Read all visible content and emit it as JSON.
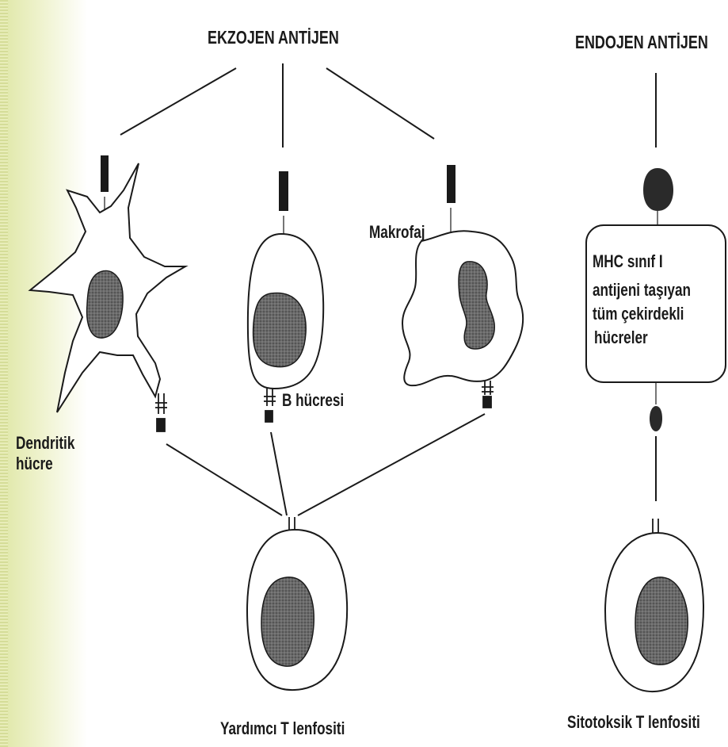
{
  "headers": {
    "exogenous": "EKZOJEN ANTİJEN",
    "endogenous": "ENDOJEN ANTİJEN"
  },
  "labels": {
    "macrophage": "Makrofaj",
    "b_cell": "B hücresi",
    "dendritic_line1": "Dendritik",
    "dendritic_line2": "hücre",
    "mhc_line1": "MHC sınıf I",
    "mhc_line2": "antijeni taşıyan",
    "mhc_line3": "tüm çekirdekli",
    "mhc_line4": "hücreler",
    "helper_t": "Yardımcı T lenfositi",
    "cytotoxic_t": "Sitotoksik T lenfositi"
  },
  "colors": {
    "ink": "#1a1a1a",
    "nucleus": "#555555",
    "cell_fill": "#ffffff",
    "band": "#dfe7a6"
  }
}
